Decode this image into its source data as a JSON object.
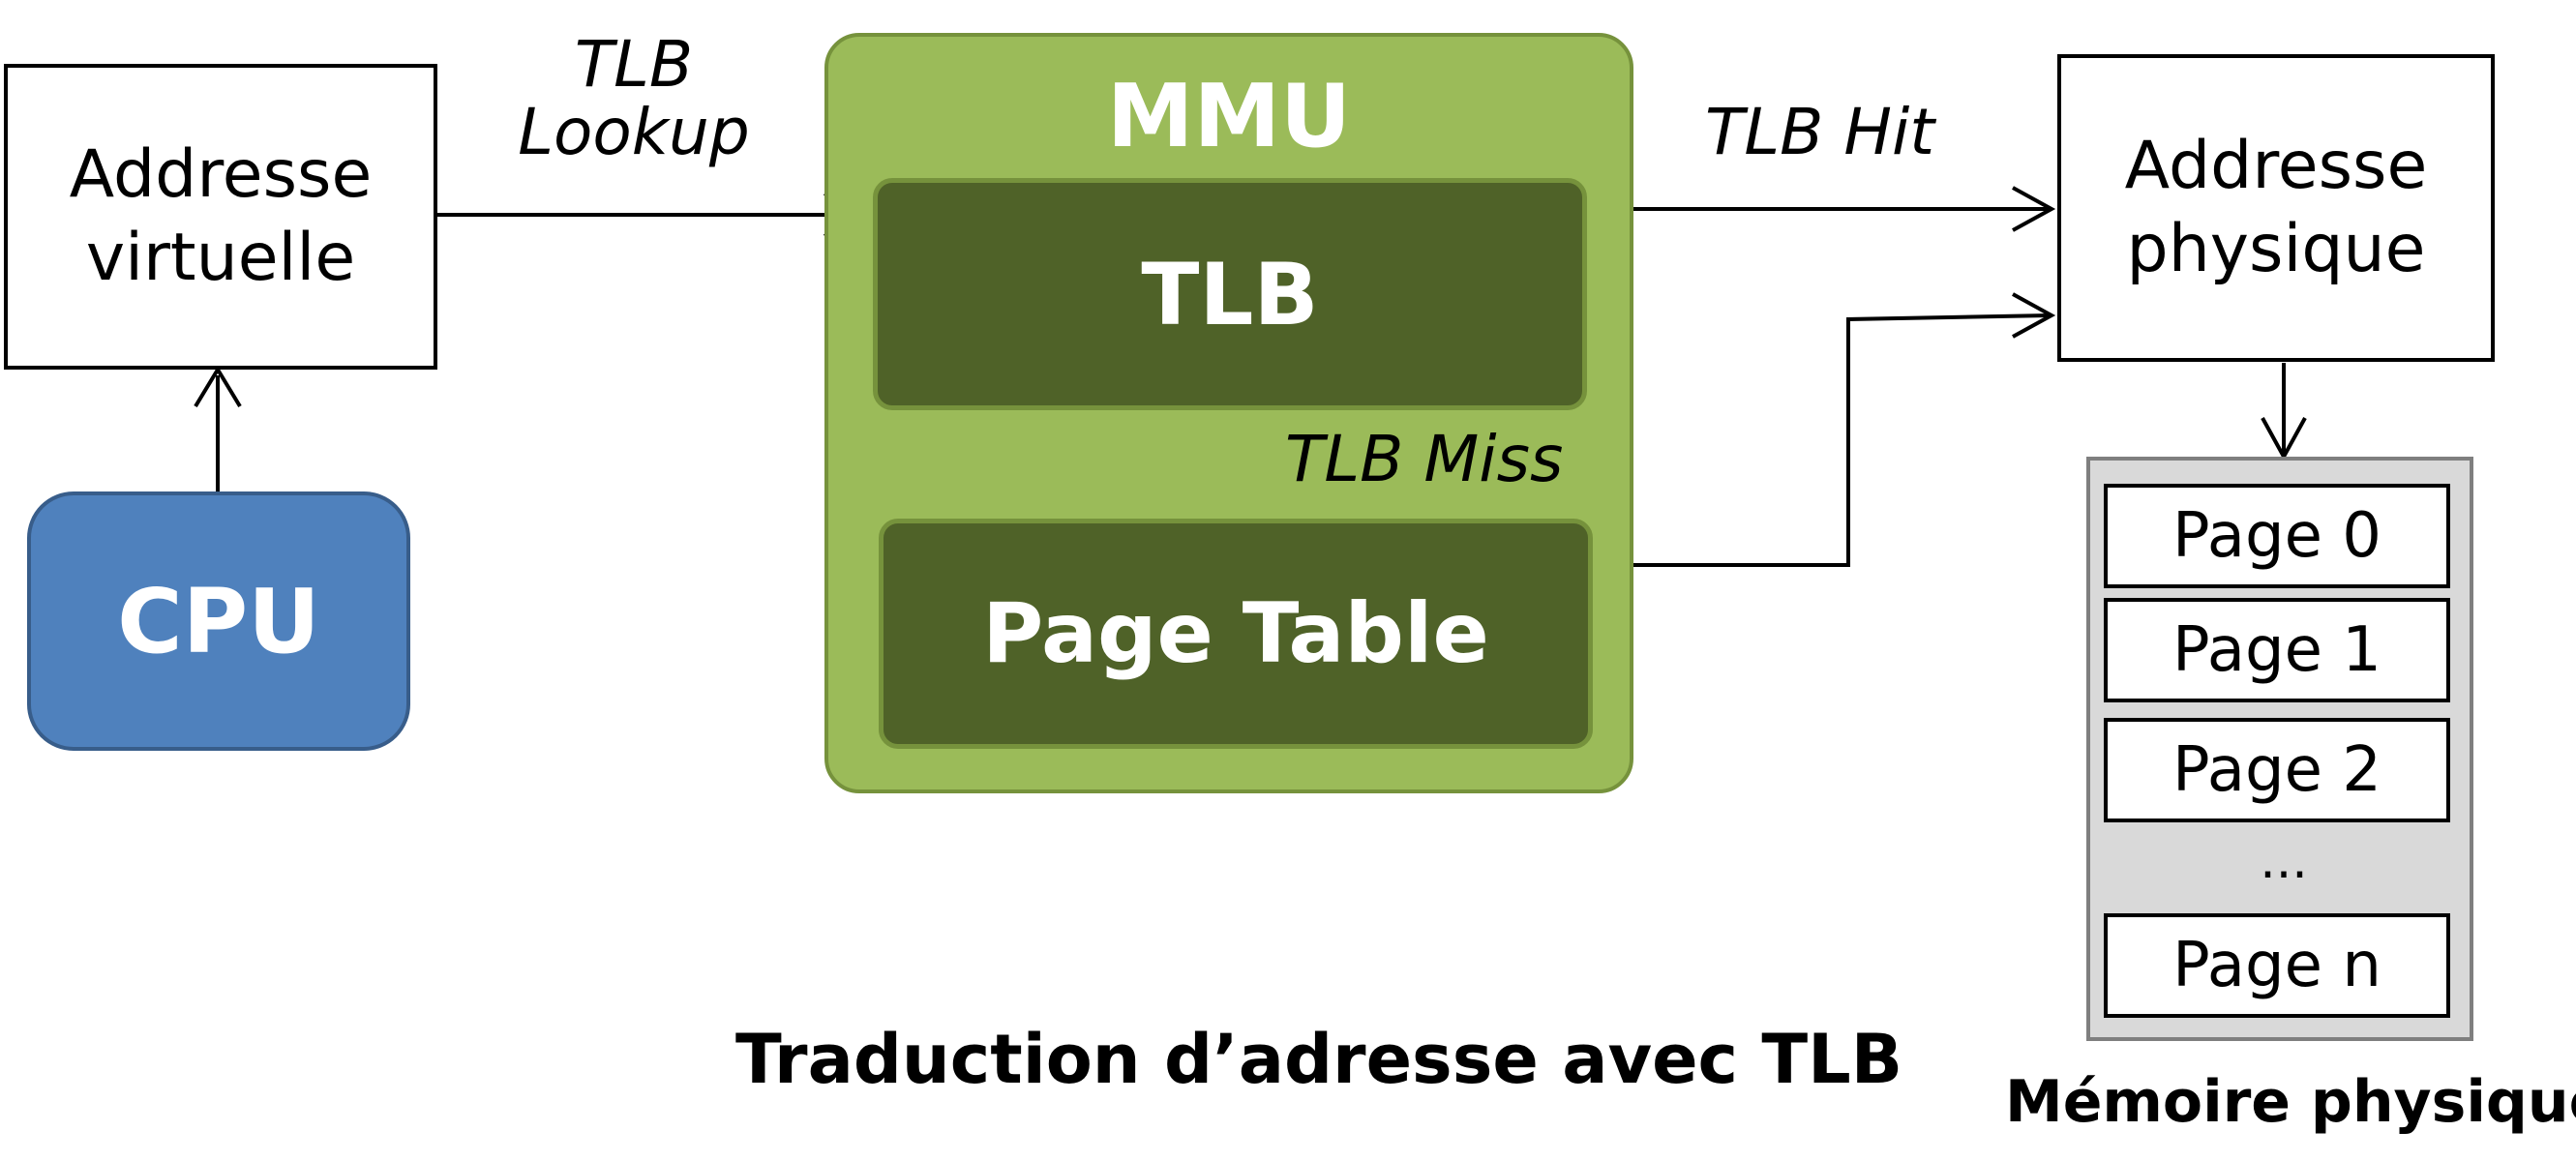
{
  "nodes": {
    "virtual_address": [
      "Addresse",
      "virtuelle"
    ],
    "cpu": "CPU",
    "mmu": "MMU",
    "tlb": "TLB",
    "page_table": "Page Table",
    "physical_address": [
      "Addresse",
      "physique"
    ],
    "memory_pages": [
      "Page 0",
      "Page 1",
      "Page 2",
      "Page n"
    ],
    "memory_ellipsis": "..."
  },
  "edge_labels": {
    "tlb_lookup": [
      "TLB",
      "Lookup"
    ],
    "tlb_hit": "TLB Hit",
    "tlb_miss": "TLB Miss"
  },
  "captions": {
    "title": "Traduction d’adresse avec TLB",
    "memory": "Mémoire physique"
  },
  "colors": {
    "cpu": "#4f81bd",
    "mmu": "#9bbb59",
    "inner_blocks": "#4f6228",
    "memory_bg": "#d9d9d9"
  }
}
